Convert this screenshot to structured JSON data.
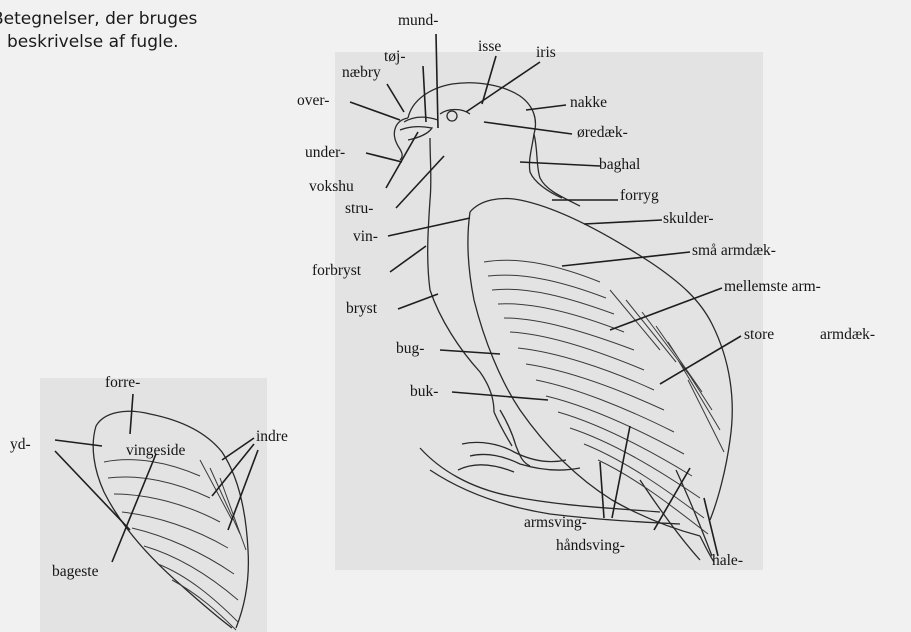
{
  "caption": {
    "line1": "Betegnelser, der bruges",
    "line2": "beskrivelse af fugle."
  },
  "bird_labels": {
    "mund": "mund-",
    "toj": "tøj-",
    "isse": "isse",
    "iris": "iris",
    "naebry": "næbry",
    "over": "over-",
    "nakke": "nakke",
    "oredaek": "øredæk-",
    "under": "under-",
    "baghal": "baghal",
    "vokshu": "vokshu",
    "forryg": "forryg",
    "stru": "stru-",
    "skulder": "skulder-",
    "vin": "vin-",
    "sma_armdaek": "små armdæk-",
    "forbryst": "forbryst",
    "mellemste_arm": "mellemste arm-",
    "bryst": "bryst",
    "store": "store",
    "armdaek": "armdæk-",
    "bug": "bug-",
    "buk": "buk-",
    "armsving": "armsving-",
    "handsving": "håndsving-",
    "hale": "hale-"
  },
  "wing_labels": {
    "forre": "forre-",
    "yd": "yd-",
    "vingeside": "vingeside",
    "indre": "indre",
    "bageste": "bageste"
  }
}
